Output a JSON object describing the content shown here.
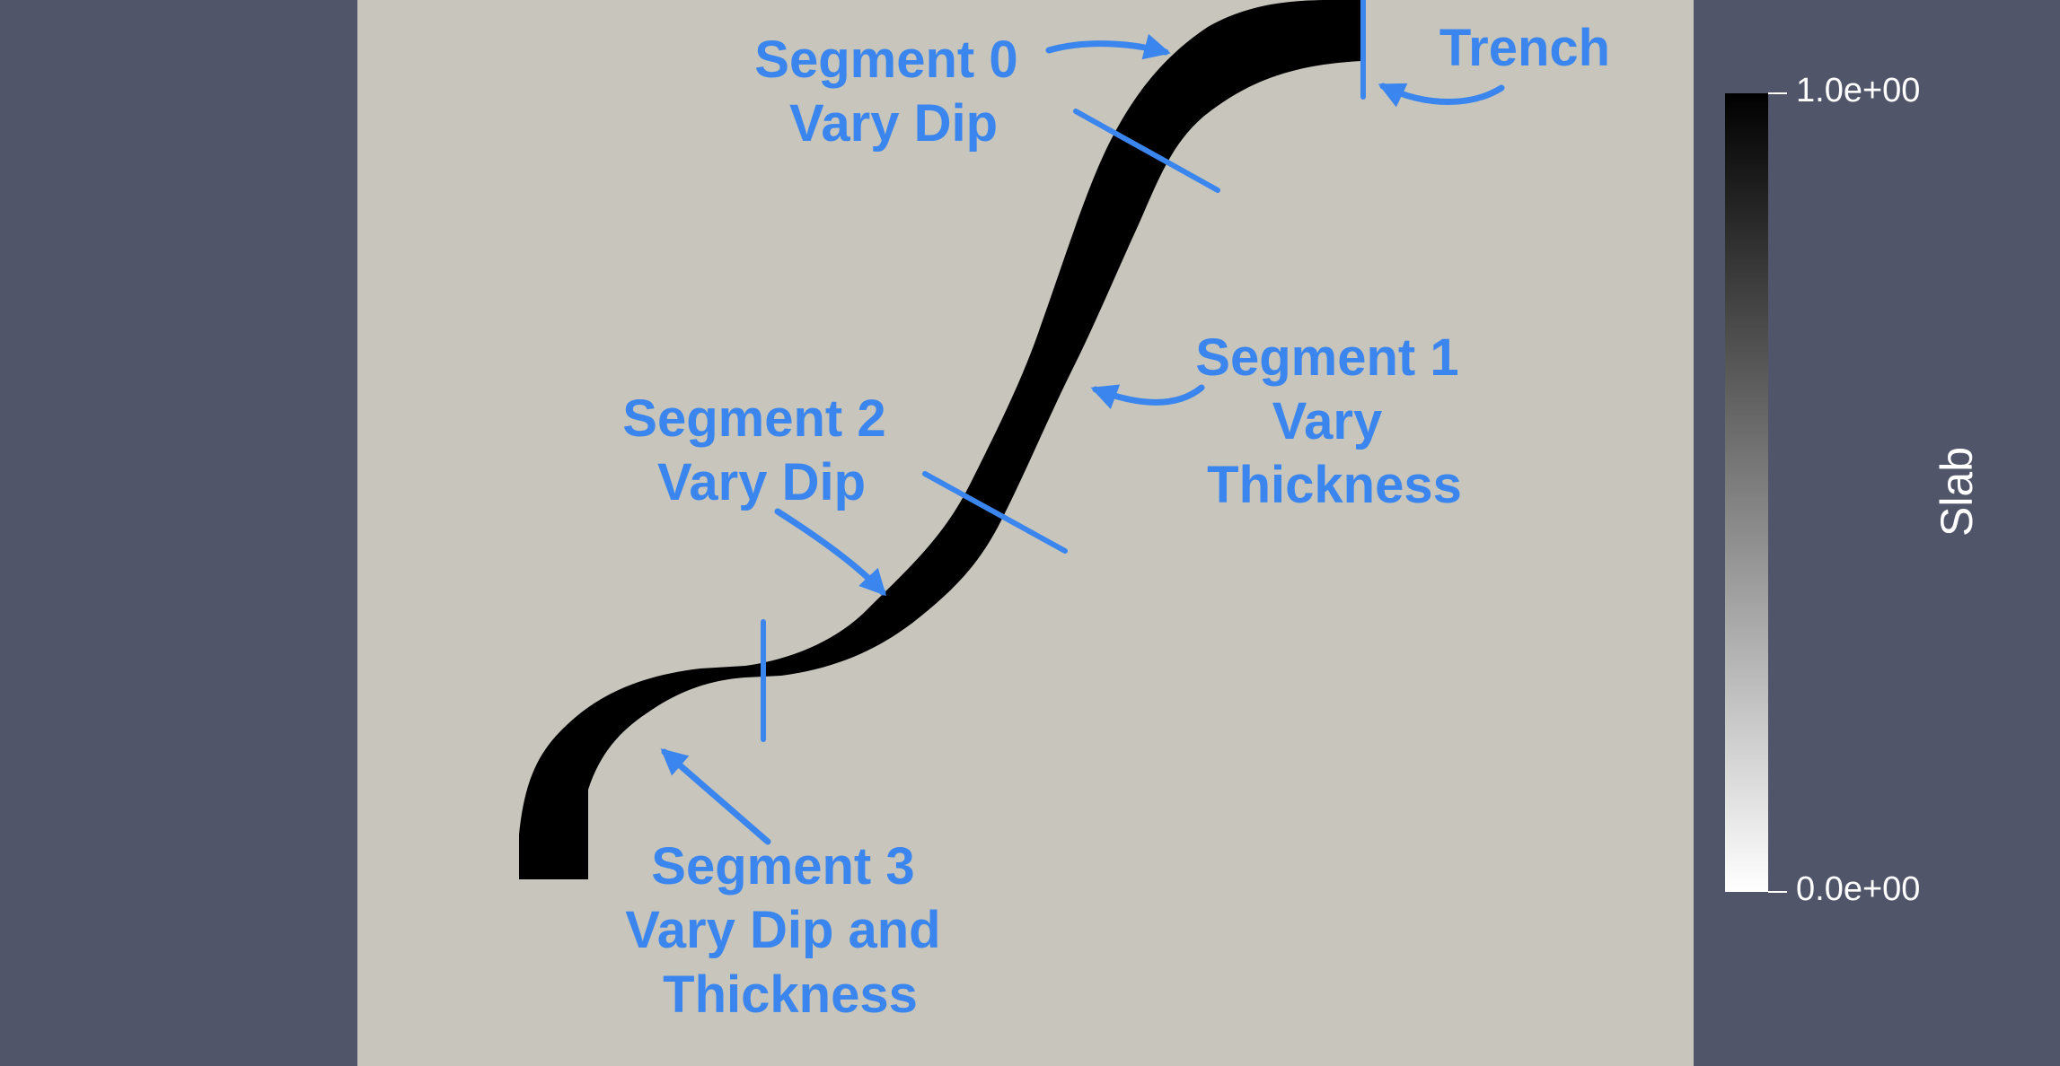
{
  "colors": {
    "background": "#51556a",
    "viewport": "#c7c5bc",
    "slab": "#000000",
    "annotation": "#3b86ee",
    "colorbar_label": "#ffffff"
  },
  "annotations": {
    "segment0": [
      "Segment 0",
      "Vary Dip"
    ],
    "trench": [
      "Trench"
    ],
    "segment1": [
      "Segment 1",
      "Vary",
      "Thickness"
    ],
    "segment2": [
      "Segment 2",
      "Vary Dip"
    ],
    "segment3": [
      "Segment 3",
      "Vary Dip and",
      "Thickness"
    ]
  },
  "colorbar": {
    "title": "Slab",
    "max_label": "1.0e+00",
    "min_label": "0.0e+00",
    "range": [
      0,
      1
    ],
    "gradient": [
      "#000000",
      "#ffffff"
    ]
  }
}
